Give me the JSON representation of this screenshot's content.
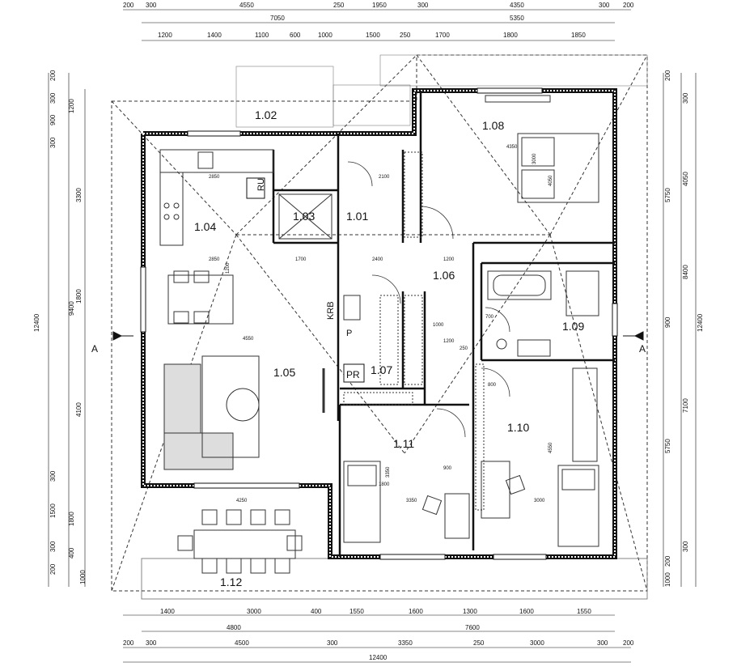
{
  "rooms": [
    {
      "id": "1.02",
      "label": "1.02"
    },
    {
      "id": "1.03",
      "label": "1.03"
    },
    {
      "id": "1.01",
      "label": "1.01"
    },
    {
      "id": "1.04",
      "label": "1.04"
    },
    {
      "id": "1.05",
      "label": "1.05"
    },
    {
      "id": "1.06",
      "label": "1.06"
    },
    {
      "id": "1.07",
      "label": "1.07"
    },
    {
      "id": "1.08",
      "label": "1.08"
    },
    {
      "id": "1.09",
      "label": "1.09"
    },
    {
      "id": "1.10",
      "label": "1.10"
    },
    {
      "id": "1.11",
      "label": "1.11"
    },
    {
      "id": "1.12",
      "label": "1.12"
    }
  ],
  "fixtures": {
    "ru": "RU",
    "krb": "KRB",
    "pr": "PR",
    "p": "P",
    "section": "A"
  },
  "dims": {
    "top1": [
      "200",
      "300",
      "4550",
      "250",
      "1950",
      "300",
      "4350",
      "300",
      "200"
    ],
    "top2a": "7050",
    "top2b": "5350",
    "top3": [
      "1200",
      "1400",
      "1100",
      "600",
      "1000",
      "1500",
      "250",
      "1700",
      "1800",
      "1850"
    ],
    "bot1": [
      "1400",
      "3000",
      "400",
      "1550",
      "1600",
      "1300",
      "1600",
      "1550"
    ],
    "bot2a": "4800",
    "bot2b": "7600",
    "bot3": [
      "200",
      "300",
      "4500",
      "300",
      "3350",
      "250",
      "3000",
      "300",
      "200"
    ],
    "bot4": "12400",
    "left1": [
      "200",
      "300",
      "900",
      "300",
      "3300",
      "1800",
      "4100",
      "300",
      "1500",
      "300",
      "200",
      "1000"
    ],
    "left2": [
      "1200",
      "9400",
      "1800",
      "400"
    ],
    "left3": "12400",
    "right1": [
      "200",
      "5750",
      "900",
      "5750",
      "200",
      "1000"
    ],
    "right2": [
      "300",
      "4050",
      "8400",
      "7100",
      "300"
    ],
    "right3": "12400",
    "inner": [
      "2850",
      "2850",
      "1200",
      "4550",
      "2400",
      "1200",
      "4350",
      "3000",
      "4050",
      "2100",
      "900",
      "1700",
      "1800",
      "4250",
      "3350",
      "3000",
      "3350",
      "4550",
      "1000",
      "1200",
      "800",
      "700",
      "250"
    ]
  }
}
